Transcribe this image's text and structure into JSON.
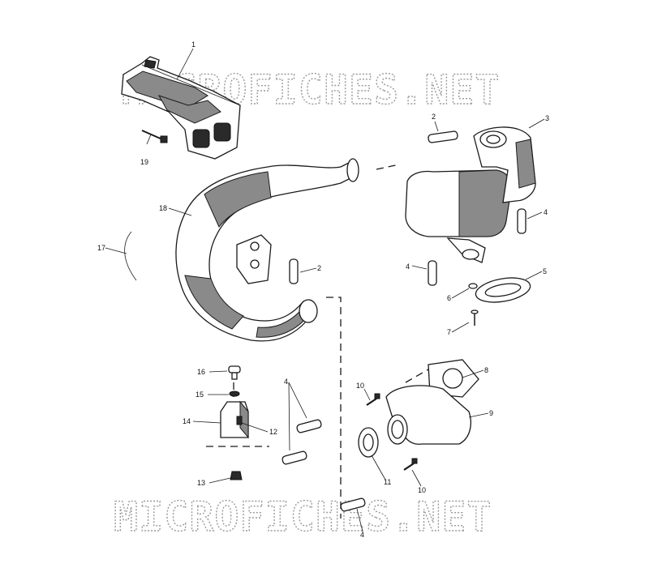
{
  "watermark": {
    "top_text": "MICROFICHES.NET",
    "bottom_text": "MICROFICHES.NET"
  },
  "callouts": [
    {
      "id": "c1",
      "label": "1"
    },
    {
      "id": "c2a",
      "label": "2"
    },
    {
      "id": "c3",
      "label": "3"
    },
    {
      "id": "c19",
      "label": "19"
    },
    {
      "id": "c18",
      "label": "18"
    },
    {
      "id": "c4a",
      "label": "4"
    },
    {
      "id": "c17",
      "label": "17"
    },
    {
      "id": "c2b",
      "label": "2"
    },
    {
      "id": "c4b",
      "label": "4"
    },
    {
      "id": "c5",
      "label": "5"
    },
    {
      "id": "c6",
      "label": "6"
    },
    {
      "id": "c7",
      "label": "7"
    },
    {
      "id": "c16",
      "label": "16"
    },
    {
      "id": "c4c",
      "label": "4"
    },
    {
      "id": "c8",
      "label": "8"
    },
    {
      "id": "c10a",
      "label": "10"
    },
    {
      "id": "c15",
      "label": "15"
    },
    {
      "id": "c9",
      "label": "9"
    },
    {
      "id": "c14",
      "label": "14"
    },
    {
      "id": "c12",
      "label": "12"
    },
    {
      "id": "c13",
      "label": "13"
    },
    {
      "id": "c11",
      "label": "11"
    },
    {
      "id": "c10b",
      "label": "10"
    },
    {
      "id": "c4d",
      "label": "4"
    }
  ]
}
